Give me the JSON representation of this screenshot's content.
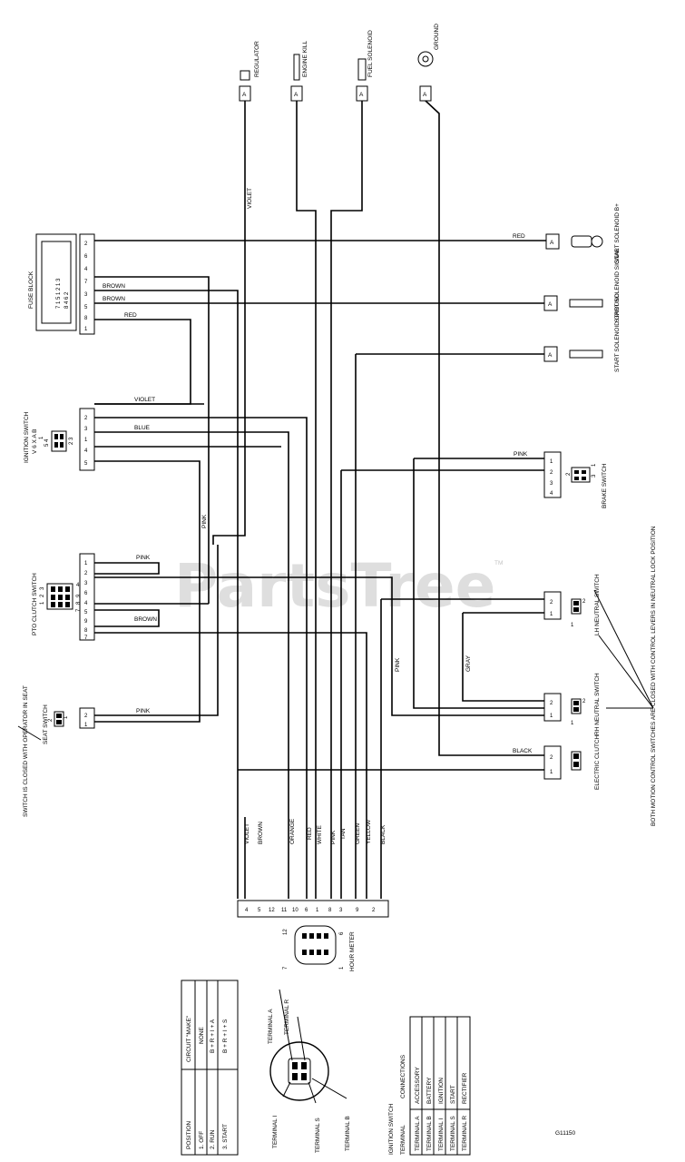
{
  "watermark": "PartsTree",
  "watermark_tm": "TM",
  "figure_id": "G11150",
  "components": {
    "regulator": "REGULATOR",
    "engine_kill": "ENGINE KILL",
    "fuel_solenoid": "FUEL SOLENOID",
    "ground": "GROUND",
    "fuse_block": "FUSE BLOCK",
    "start_solenoid_b": "START SOLENOID B+",
    "start_solenoid_signal": "START SOLENOID SIGNAL",
    "start_solenoid_ground": "START SOLENOID GROUND",
    "ignition_switch": "IGNITION SWITCH",
    "ignition_switch_pins": "V 6 X A B",
    "brake_switch": "BRAKE SWITCH",
    "pto_clutch_switch": "PTO CLUTCH SWITCH",
    "lh_neutral_switch": "LH NEUTRAL SWITCH",
    "rh_neutral_switch": "RH NEUTRAL SWITCH",
    "seat_switch": "SEAT SWITCH",
    "electric_clutch": "ELECTRIC CLUTCH",
    "hour_meter": "HOUR METER"
  },
  "notes": {
    "seat": "SWITCH IS CLOSED WITH OPERATOR IN SEAT",
    "motion": "BOTH MOTION CONTROL SWITCHES ARE CLOSED WITH CONTROL LEVERS IN NEUTRAL LOCK POSITION"
  },
  "wire_labels": {
    "violet": "VIOLET",
    "red": "RED",
    "brown": "BROWN",
    "blue": "BLUE",
    "pink": "PINK",
    "gray": "GRAY",
    "black": "BLACK"
  },
  "connector_letter": "A",
  "hour_meter_wires": [
    "VIOLET",
    "BROWN",
    "ORANGE",
    "RED",
    "WHITE",
    "PINK",
    "TAN",
    "GREEN",
    "YELLOW",
    "BLACK"
  ],
  "hour_meter_pins": [
    "4",
    "5",
    "12",
    "11",
    "10",
    "6",
    "1",
    "8",
    "3",
    "9",
    "2"
  ],
  "fuse_pins": [
    "2",
    "6",
    "4",
    "7",
    "3",
    "5",
    "8",
    "1"
  ],
  "ignition_pins": [
    "2",
    "3",
    "1",
    "4",
    "5"
  ],
  "ignition_face": [
    "2 3",
    "5 4",
    "1"
  ],
  "pto_pins": [
    "1",
    "2",
    "3",
    "6",
    "4",
    "5",
    "9",
    "8",
    "7"
  ],
  "pto_face_top": [
    "3",
    "2",
    "1"
  ],
  "pto_face_side": "4",
  "pto_face_bottom": [
    "9",
    "8",
    "7"
  ],
  "brake_pins": [
    "4",
    "3",
    "2",
    "1"
  ],
  "brake_face": [
    "2",
    "3",
    "1"
  ],
  "hour_face_nums": [
    "12",
    "6",
    "7",
    "1"
  ],
  "fuse_inner": [
    "7 1 5 1 2 1 3",
    "8 4 6 2"
  ],
  "pair": [
    "1",
    "2"
  ],
  "pair_rev": [
    "2",
    "1"
  ],
  "key_switch": {
    "terminal_a": "TERMINAL A",
    "terminal_r": "TERMINAL R",
    "terminal_i": "TERMINAL I",
    "terminal_s": "TERMINAL S",
    "terminal_b": "TERMINAL B"
  },
  "position_table": {
    "headers": [
      "POSITION",
      "CIRCUIT \"MAKE\""
    ],
    "rows": [
      [
        "1. OFF",
        "NONE"
      ],
      [
        "2. RUN",
        "B + R + I + A"
      ],
      [
        "3. START",
        "B + R + I + S"
      ]
    ]
  },
  "ignition_table": {
    "title": "IGNITION SWITCH",
    "headers": [
      "TERMINAL",
      "CONNECTIONS"
    ],
    "rows": [
      [
        "TERMINAL A",
        "ACCESSORY"
      ],
      [
        "TERMINAL B",
        "BATTERY"
      ],
      [
        "TERMINAL I",
        "IGNITION"
      ],
      [
        "TERMINAL S",
        "START"
      ],
      [
        "TERMINAL R",
        "RECTIFIER"
      ]
    ]
  }
}
